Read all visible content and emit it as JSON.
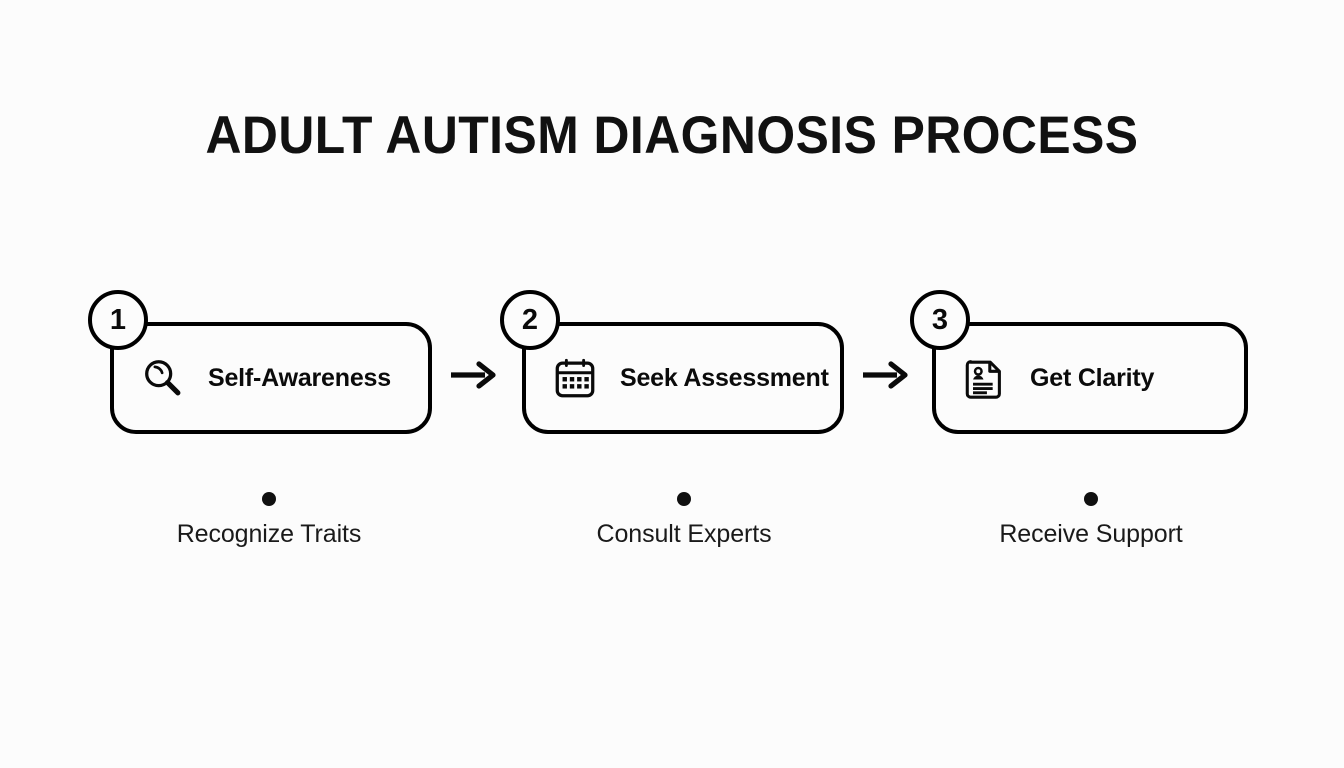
{
  "page": {
    "title": "ADULT AUTISM DIAGNOSIS PROCESS",
    "background_color": "#fcfcfc",
    "ink_color": "#0a0a0a"
  },
  "flow": {
    "connector_icon": "arrow-right-icon",
    "steps": [
      {
        "number": "1",
        "label": "Self-Awareness",
        "icon": "magnifier-icon",
        "caption": "Recognize Traits"
      },
      {
        "number": "2",
        "label": "Seek Assessment",
        "icon": "calendar-icon",
        "caption": "Consult Experts"
      },
      {
        "number": "3",
        "label": "Get Clarity",
        "icon": "document-profile-icon",
        "caption": "Receive Support"
      }
    ]
  }
}
